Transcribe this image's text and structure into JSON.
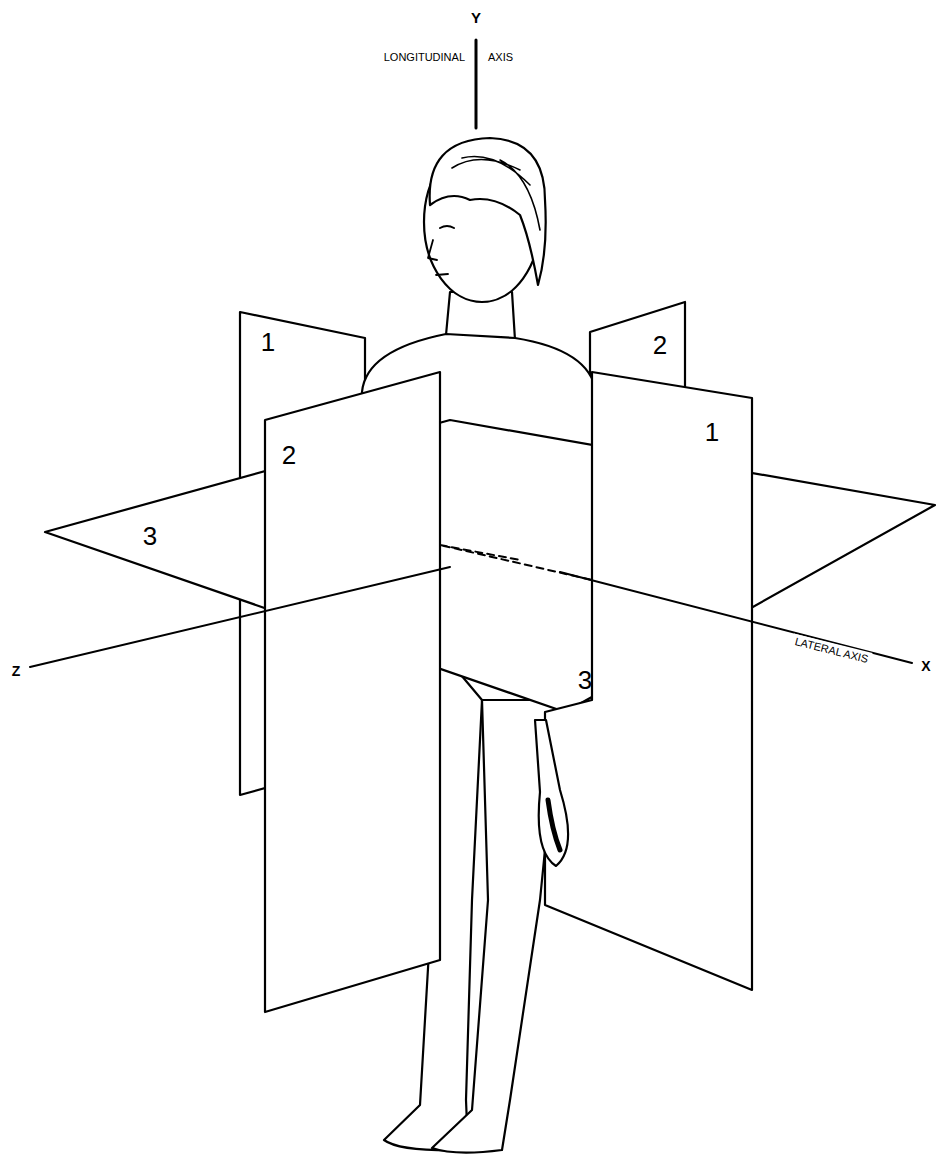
{
  "diagram": {
    "labels": [
      "Y",
      "LONGITUDINAL",
      "AXIS",
      "1",
      "2",
      "2",
      "1",
      "3",
      "3",
      "LATERAL AXIS",
      "X",
      "Z"
    ]
  }
}
